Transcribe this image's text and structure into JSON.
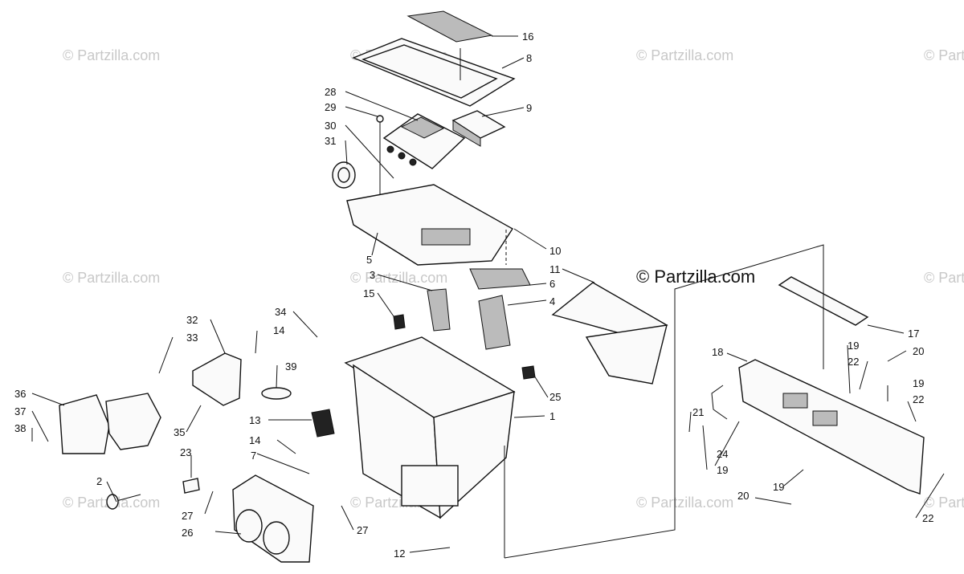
{
  "watermark": "© Partzilla.com",
  "brand_text": "© Partzilla.com",
  "callouts": [
    {
      "id": "c16a",
      "text": "16"
    },
    {
      "id": "c8",
      "text": "8"
    },
    {
      "id": "c28",
      "text": "28"
    },
    {
      "id": "c29",
      "text": "29"
    },
    {
      "id": "c9",
      "text": "9"
    },
    {
      "id": "c30",
      "text": "30"
    },
    {
      "id": "c31",
      "text": "31"
    },
    {
      "id": "c10",
      "text": "10"
    },
    {
      "id": "c5",
      "text": "5"
    },
    {
      "id": "c11",
      "text": "11"
    },
    {
      "id": "c3",
      "text": "3"
    },
    {
      "id": "c6",
      "text": "6"
    },
    {
      "id": "c15",
      "text": "15"
    },
    {
      "id": "c4",
      "text": "4"
    },
    {
      "id": "c34",
      "text": "34"
    },
    {
      "id": "c32",
      "text": "32"
    },
    {
      "id": "c33",
      "text": "33"
    },
    {
      "id": "c14a",
      "text": "14"
    },
    {
      "id": "c17",
      "text": "17"
    },
    {
      "id": "c18",
      "text": "18"
    },
    {
      "id": "c19a",
      "text": "19"
    },
    {
      "id": "c22a",
      "text": "22"
    },
    {
      "id": "c20a",
      "text": "20"
    },
    {
      "id": "c39",
      "text": "39"
    },
    {
      "id": "c25",
      "text": "25"
    },
    {
      "id": "c36",
      "text": "36"
    },
    {
      "id": "c37",
      "text": "37"
    },
    {
      "id": "c38",
      "text": "38"
    },
    {
      "id": "c35",
      "text": "35"
    },
    {
      "id": "c13",
      "text": "13"
    },
    {
      "id": "c1",
      "text": "1"
    },
    {
      "id": "c19b",
      "text": "19"
    },
    {
      "id": "c22b",
      "text": "22"
    },
    {
      "id": "c21",
      "text": "21"
    },
    {
      "id": "c14b",
      "text": "14"
    },
    {
      "id": "c23",
      "text": "23"
    },
    {
      "id": "c7",
      "text": "7"
    },
    {
      "id": "c24",
      "text": "24"
    },
    {
      "id": "c19c",
      "text": "19"
    },
    {
      "id": "c2",
      "text": "2"
    },
    {
      "id": "c19d",
      "text": "19"
    },
    {
      "id": "c20b",
      "text": "20"
    },
    {
      "id": "c27a",
      "text": "27"
    },
    {
      "id": "c27b",
      "text": "27"
    },
    {
      "id": "c26",
      "text": "26"
    },
    {
      "id": "c22c",
      "text": "22"
    },
    {
      "id": "c12",
      "text": "12"
    }
  ]
}
